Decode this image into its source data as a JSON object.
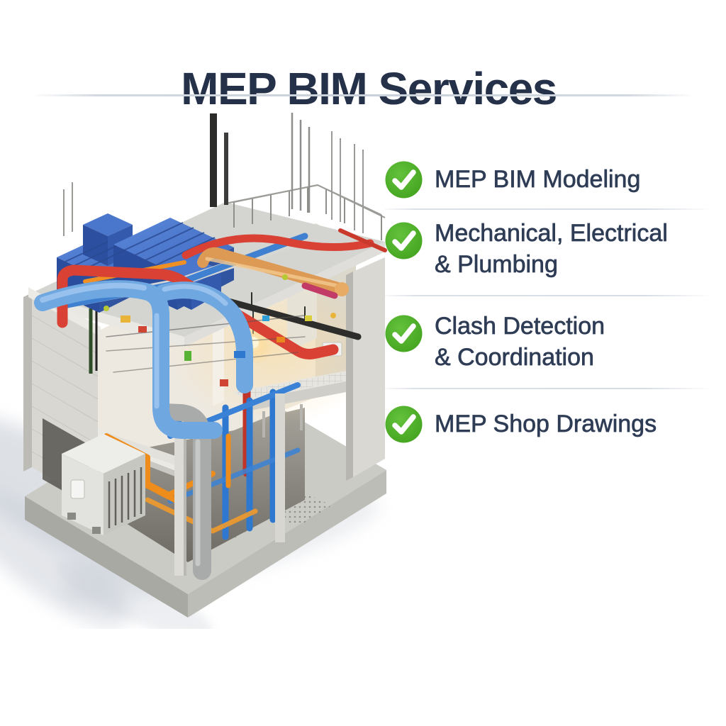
{
  "header": {
    "title": "MEP BIM Services"
  },
  "services": {
    "items": [
      {
        "line1": "MEP BIM Modeling",
        "line2": ""
      },
      {
        "line1": "Mechanical, Electrical",
        "line2": "& Plumbing"
      },
      {
        "line1": "Clash Detection",
        "line2": "& Coordination"
      },
      {
        "line1": "MEP Shop Drawings",
        "line2": ""
      }
    ]
  },
  "icons": {
    "list_bullet": "check-circle-icon"
  },
  "colors": {
    "title_navy": "#253149",
    "text_navy": "#2e3c55",
    "check_green": "#4bae2a",
    "divider_gray": "#dbe0e7",
    "hvac_blue": "#3a63b8",
    "pipe_red": "#d84133",
    "pipe_light_blue": "#6fa7e0",
    "pipe_orange": "#ee8c1c",
    "pipe_copper": "#dd9a55",
    "concrete": "#cbcbc6"
  },
  "illustration": {
    "alt": "3D isometric cutaway of a building showing MEP systems: blue rooftop HVAC units, red, blue, orange and copper pipes, cable trays, railings, a lit interior room, equipment cabinet and concrete base"
  }
}
